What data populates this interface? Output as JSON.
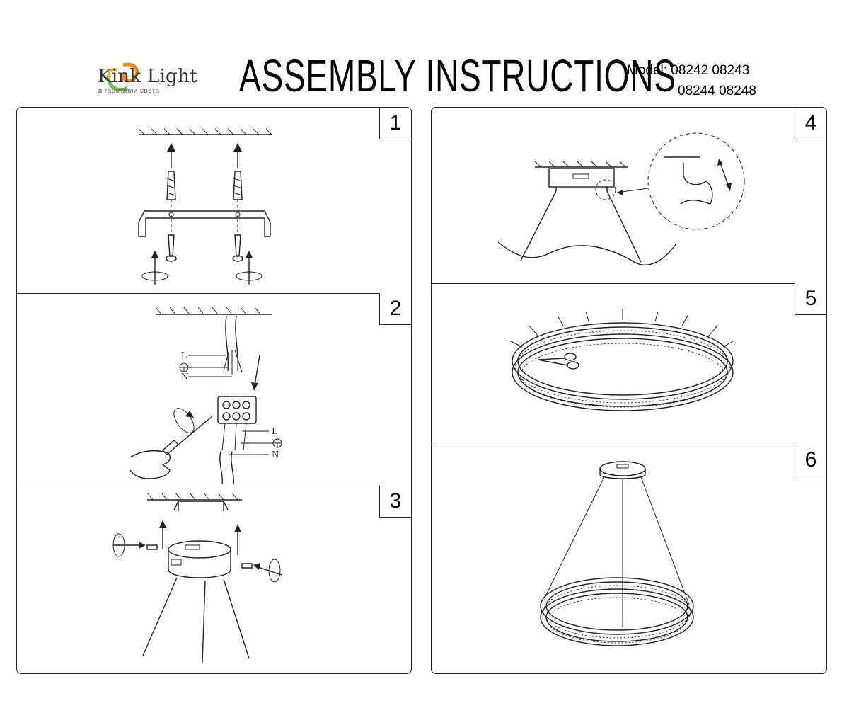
{
  "header": {
    "brand": "Kink Light",
    "tagline": "в гармонии света",
    "title": "ASSEMBLY INSTRUCTIONS",
    "model_line1": "Model:  08242  08243",
    "model_line2": "08244  08248"
  },
  "steps": [
    {
      "number": "1"
    },
    {
      "number": "2",
      "wire_labels": [
        "L",
        "N"
      ]
    },
    {
      "number": "3"
    },
    {
      "number": "4"
    },
    {
      "number": "5"
    },
    {
      "number": "6"
    }
  ],
  "colors": {
    "logo_orange": "#e8892a",
    "logo_green": "#7ab648",
    "line": "#222222"
  },
  "icons": [
    "kink-light-logo-icon",
    "scissors-icon",
    "screwdriver-icon",
    "hand-icon",
    "rotation-arrow-icon"
  ]
}
